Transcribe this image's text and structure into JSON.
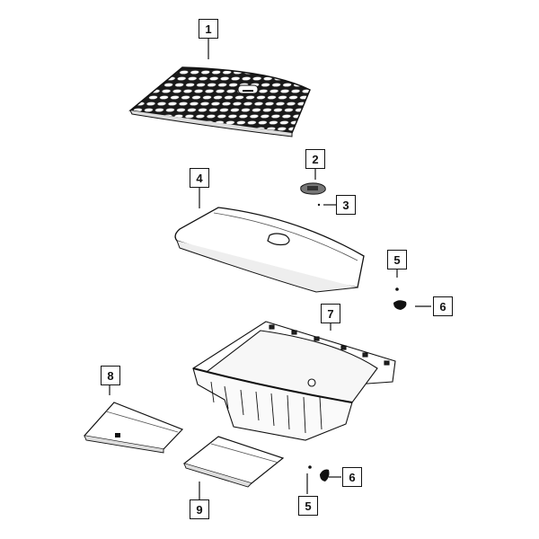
{
  "diagram": {
    "type": "exploded-parts-diagram",
    "line_color": "#111111",
    "background": "#ffffff",
    "parts": [
      {
        "callout": "1",
        "name": "Load floor mat (honeycomb grid with logo)"
      },
      {
        "callout": "2",
        "name": "Handle / pull bezel"
      },
      {
        "callout": "3",
        "name": "Screw"
      },
      {
        "callout": "4",
        "name": "Load floor panel"
      },
      {
        "callout": "5",
        "name": "Clip / screw"
      },
      {
        "callout": "6",
        "name": "Nut / retainer"
      },
      {
        "callout": "7",
        "name": "Storage bin / tub"
      },
      {
        "callout": "8",
        "name": "Storage cover"
      },
      {
        "callout": "9",
        "name": "Storage cover"
      }
    ],
    "callouts": {
      "c1": "1",
      "c2": "2",
      "c3": "3",
      "c4": "4",
      "c5a": "5",
      "c6a": "6",
      "c7": "7",
      "c8": "8",
      "c9": "9",
      "c5b": "5",
      "c6b": "6"
    }
  }
}
